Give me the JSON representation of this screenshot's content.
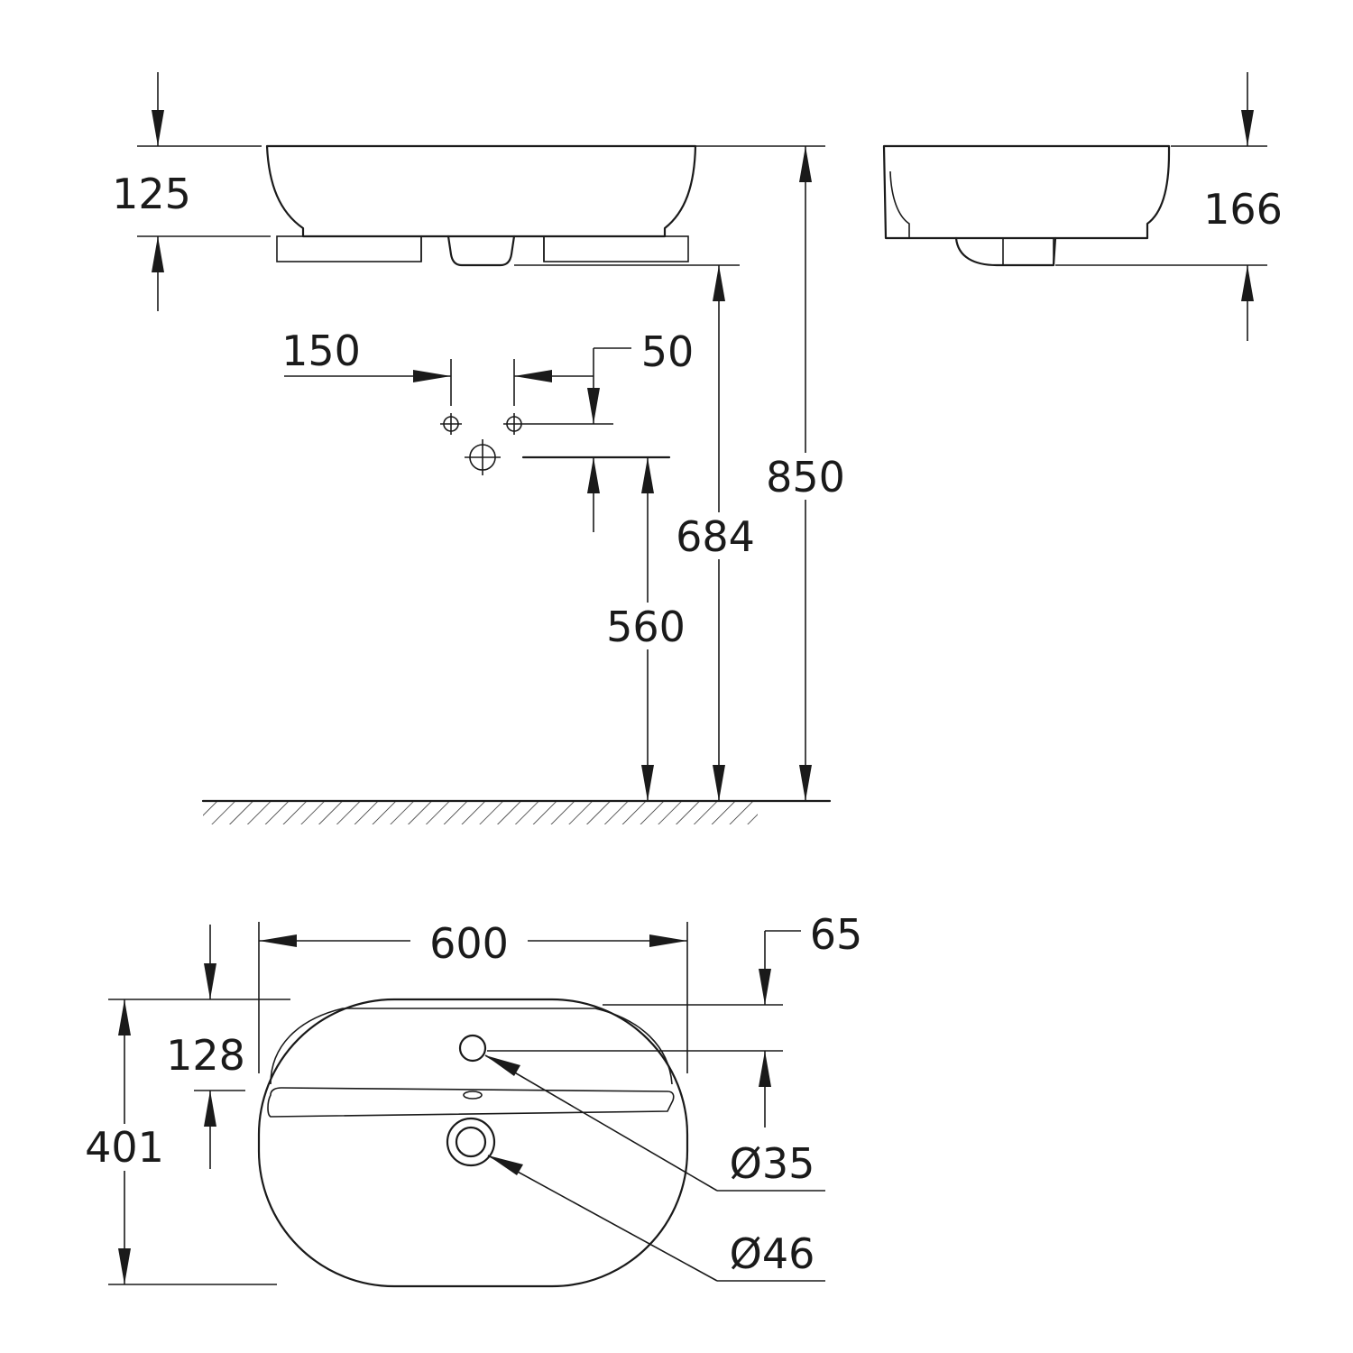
{
  "dimensions": {
    "front_height": "125",
    "side_height": "166",
    "tap_spacing": "150",
    "tap_offset": "50",
    "waste_height": "560",
    "counter_height": "684",
    "overall_height": "850",
    "width": "600",
    "overflow_offset": "65",
    "tap_hole_depth": "128",
    "depth": "401",
    "tap_hole_diameter": "Ø35",
    "waste_diameter": "Ø46"
  }
}
